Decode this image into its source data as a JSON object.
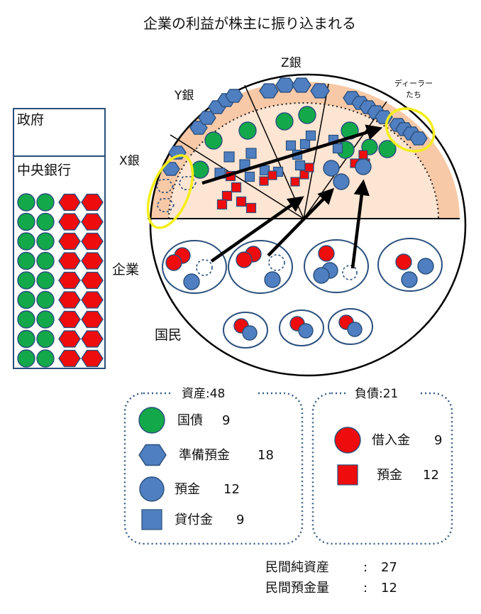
{
  "title": "企業の利益が株主に振り込まれる",
  "government": {
    "title": "政府",
    "central_bank": "中央銀行"
  },
  "banks": {
    "x": "X銀",
    "y": "Y銀",
    "z": "Z銀",
    "dealers_line1": "ディーラー",
    "dealers_line2": "たち"
  },
  "rows": {
    "companies": "企業",
    "citizens": "国民"
  },
  "assets": {
    "header": "資産:48",
    "items": [
      {
        "label": "国債",
        "value": "9",
        "icon": "green-circle-icon"
      },
      {
        "label": "準備預金",
        "value": "18",
        "icon": "blue-hexagon-icon"
      },
      {
        "label": "預金",
        "value": "12",
        "icon": "blue-circle-icon"
      },
      {
        "label": "貸付金",
        "value": "9",
        "icon": "blue-square-icon"
      }
    ]
  },
  "liabilities": {
    "header": "負債:21",
    "items": [
      {
        "label": "借入金",
        "value": "9",
        "icon": "red-circle-icon"
      },
      {
        "label": "預金",
        "value": "12",
        "icon": "red-square-icon"
      }
    ]
  },
  "summary": [
    {
      "label": "民間純資産",
      "sep": ":",
      "value": "27"
    },
    {
      "label": "民間預金量",
      "sep": ":",
      "value": "12"
    }
  ],
  "colors": {
    "green": "#13a84a",
    "blue": "#4f7fc0",
    "red": "#ee0c0c",
    "peach": "#f8c9a7",
    "peach_light": "#fde5d3",
    "yellow": "#f4ee1a",
    "navy": "#2a4f7c"
  }
}
